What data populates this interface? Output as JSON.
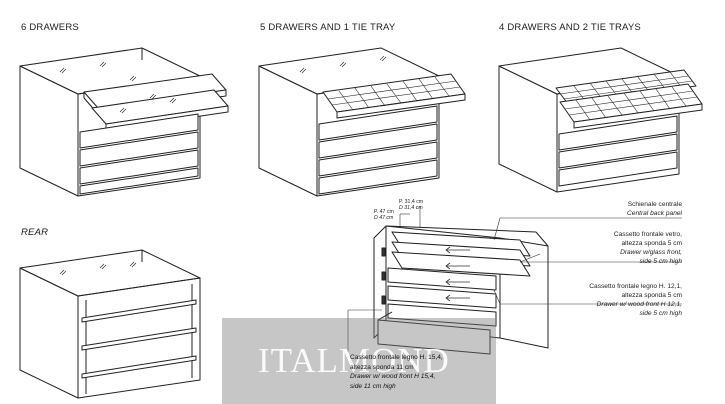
{
  "headings": {
    "six_drawers": "6 DRAWERS",
    "five_drawers_tie_tray": "5 DRAWERS AND 1 TIE TRAY",
    "four_drawers_tie_trays": "4 DRAWERS AND 2 TIE TRAYS",
    "rear": "REAR"
  },
  "dimensions": {
    "top": {
      "p": "P. 31,4 cm",
      "d": "D 31,4 cm"
    },
    "bottom": {
      "p": "P. 47 cm",
      "d": "D 47 cm"
    }
  },
  "callouts": {
    "back_panel": {
      "it": "Schienale centrale",
      "en": "Central back panel"
    },
    "glass_front": {
      "it_line1": "Cassetto frontale vetro,",
      "it_line2": "altezza sponda 5 cm",
      "en_line1": "Drawer w/glass front,",
      "en_line2": "side 5 cm high"
    },
    "wood_front_12": {
      "it_line1": "Cassetto frontale legno H. 12,1,",
      "it_line2": "altezza sponda 5 cm",
      "en_line1": "Drawer w/ wood front H 12,1,",
      "en_line2": "side 5 cm high"
    },
    "wood_front_15": {
      "it_line1": "Cassetto frontale legno H. 15,4,",
      "it_line2": "altezza sponda 11 cm",
      "en_line1": "Drawer w/ wood front H 15,4,",
      "en_line2": "side 11 cm high"
    }
  },
  "watermark": {
    "text": "ITALMOND"
  },
  "icons": [
    "drawer-unit-6-drawers",
    "drawer-unit-5-drawers-1-tray",
    "drawer-unit-4-drawers-2-trays",
    "drawer-unit-rear",
    "exploded-drawer-diagram"
  ]
}
